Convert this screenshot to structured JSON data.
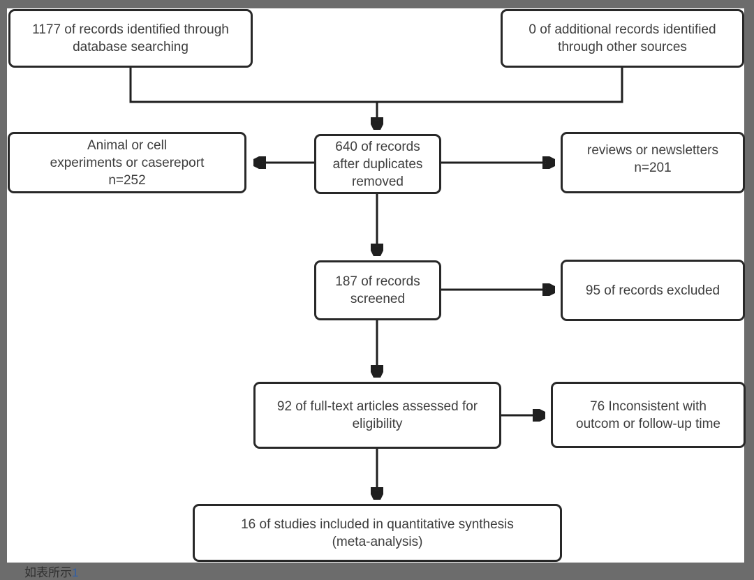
{
  "colors": {
    "frame_background": "#6c6c6c",
    "canvas_background": "#ffffff",
    "box_border": "#282828",
    "connector": "#1f1f1f",
    "text": "#3d3d3d",
    "caption_number": "#2e5fa8"
  },
  "diagram": {
    "type": "prisma-flowchart",
    "boxes": [
      {
        "name": "records-identified",
        "lines": [
          "1177 of records identified through",
          "database searching"
        ]
      },
      {
        "name": "additional-records",
        "lines": [
          "0 of additional records identified",
          "through other sources"
        ]
      },
      {
        "name": "after-duplicates",
        "lines": [
          "640 of records",
          "after duplicates",
          "removed"
        ]
      },
      {
        "name": "animal-cell-excluded",
        "lines": [
          "Animal or cell",
          "experiments or casereport",
          "n=252"
        ]
      },
      {
        "name": "reviews-newsletters",
        "lines": [
          "reviews or newsletters",
          "n=201"
        ]
      },
      {
        "name": "records-screened",
        "lines": [
          "187 of records",
          "screened"
        ]
      },
      {
        "name": "records-excluded",
        "lines": [
          "95 of records excluded"
        ]
      },
      {
        "name": "fulltext-assessed",
        "lines": [
          "92 of full-text articles assessed for",
          "eligibility"
        ]
      },
      {
        "name": "inconsistent-outcome",
        "lines": [
          "76 Inconsistent with",
          "outcom or follow-up time"
        ]
      },
      {
        "name": "studies-included",
        "lines": [
          "16 of studies included in quantitative synthesis",
          "(meta-analysis)"
        ]
      }
    ]
  },
  "caption": {
    "text": "如表所示",
    "number": "1"
  }
}
